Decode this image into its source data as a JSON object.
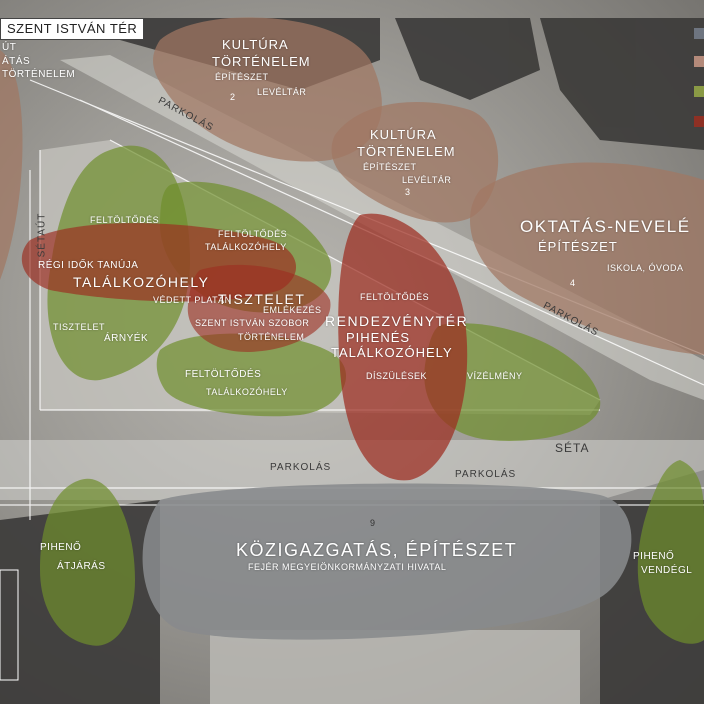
{
  "title": "SZENT ISTVÁN TÉR",
  "legend": {
    "colors": [
      "#6e7580",
      "#b48a7a",
      "#8a9a45",
      "#8e3024"
    ]
  },
  "colors": {
    "culture": "#a17763",
    "admin": "#888a8c",
    "green": "#6f8f2c",
    "red": "#a0392a"
  },
  "streets": {
    "parkolas_top": "PARKOLÁS",
    "setaut": "SÉTAÚT",
    "parkolas_right": "PARKOLÁS",
    "parkolas_bottom_left": "PARKOLÁS",
    "parkolas_bottom_right": "PARKOLÁS",
    "seta": "SÉTA"
  },
  "zones": {
    "left_edge": {
      "l1": "ÚT",
      "l2": "ÁTÁS",
      "l3": "TÖRTÉNELEM"
    },
    "kultura1": {
      "l1": "KULTÚRA",
      "l2": "TÖRTÉNELEM",
      "l3": "ÉPÍTÉSZET",
      "l4": "LEVÉLTÁR"
    },
    "kultura2": {
      "l1": "KULTÚRA",
      "l2": "TÖRTÉNELEM",
      "l3": "ÉPÍTÉSZET",
      "l4": "LEVÉLTÁR"
    },
    "oktatas": {
      "l1": "OKTATÁS-NEVELÉ",
      "l2": "ÉPÍTÉSZET",
      "l3": "ISKOLA, ÓVODA"
    },
    "square": {
      "feltoltodes1": "FELTÖLTŐDÉS",
      "feltoltodes2": "FELTÖLTŐDÉS",
      "talalkozohely1": "TALÁLKOZÓHELY",
      "regi_idok": "RÉGI IDŐK TANÚJA",
      "talalkozohely_big": "TALÁLKOZÓHELY",
      "vedett_platan": "VÉDETT PLATÁN",
      "tisztelet_big": "TISZTELET",
      "emlekezes": "EMLÉKEZÉS",
      "szent_istvan_szobor": "SZENT ISTVÁN SZOBOR",
      "tortenelem": "TÖRTÉNELEM",
      "tisztelet_small": "TISZTELET",
      "arnyek": "ÁRNYÉK",
      "feltoltodes3": "FELTÖLTŐDÉS",
      "feltoltodes4": "FELTÖLTŐDÉS",
      "talalkozohely2": "TALÁLKOZÓHELY",
      "rendezvenyter": "RENDEZVÉNYTÉR",
      "pihenes": "PIHENÉS",
      "talalkozohely3": "TALÁLKOZÓHELY",
      "diszulesek": "DÍSZÜLÉSEK",
      "vizelmeny": "VÍZÉLMÉNY"
    },
    "kozigazgatas": {
      "l1": "KÖZIGAZGATÁS, ÉPÍTÉSZET",
      "l2": "FEJÉR MEGYEIÖNKORMÁNYZATI HIVATAL"
    },
    "bottom_left": {
      "l1": "PIHENŐ",
      "l2": "ÁTJÁRÁS"
    },
    "bottom_right": {
      "l1": "PIHENŐ",
      "l2": "VENDÉGL"
    }
  },
  "numbers": {
    "n2": "2",
    "n3": "3",
    "n4": "4",
    "n9": "9"
  }
}
